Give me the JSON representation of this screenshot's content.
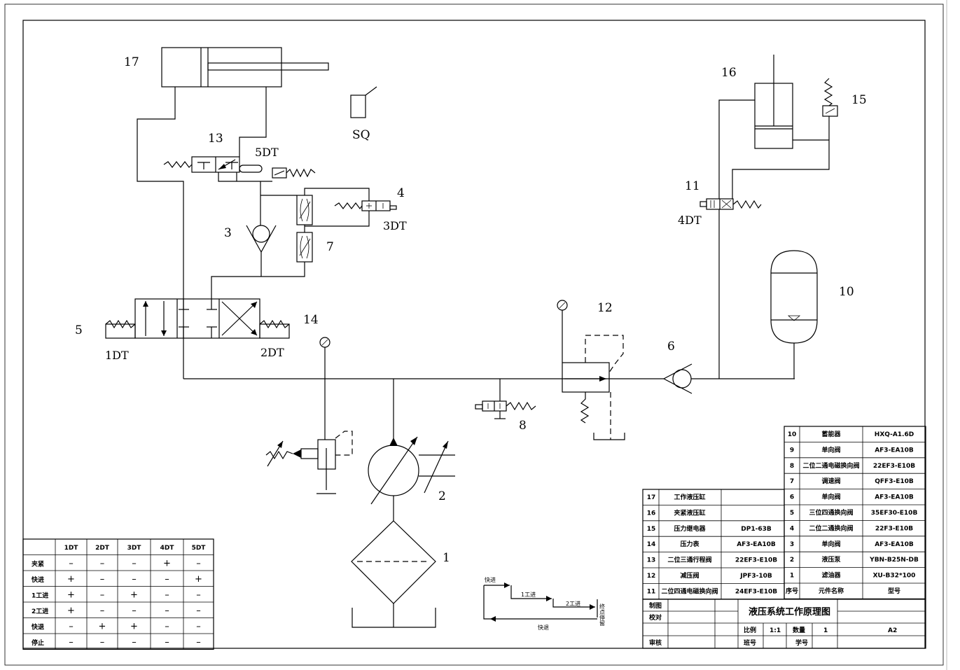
{
  "drawing": {
    "title": "液压系统工作原理图",
    "scale_label": "比例",
    "scale_value": "1:1",
    "qty_label": "数量",
    "qty_value": "1",
    "sheet_size": "A2",
    "drafted_label": "制图",
    "checked_label": "校对",
    "reviewed_label": "审核",
    "class_label": "班号",
    "student_label": "学号"
  },
  "component_labels": {
    "c17": "17",
    "c16": "16",
    "c15": "15",
    "c13": "13",
    "c11": "11",
    "c3": "3",
    "c4": "4",
    "c7": "7",
    "c5": "5",
    "c14": "14",
    "c12": "12",
    "c6": "6",
    "c10": "10",
    "c8": "8",
    "c2": "2",
    "c1": "1",
    "sq": "SQ",
    "dt5": "5DT",
    "dt3": "3DT",
    "dt4": "4DT",
    "dt1": "1DT",
    "dt2": "2DT"
  },
  "cycle": {
    "fast_forward": "快进",
    "work1": "1工进",
    "work2": "2工进",
    "stop": "终点停留",
    "fast_return": "快退"
  },
  "solenoid_table": {
    "headers": [
      "",
      "1DT",
      "2DT",
      "3DT",
      "4DT",
      "5DT"
    ],
    "rows": [
      {
        "action": "夹紧",
        "states": [
          "–",
          "–",
          "–",
          "+",
          "–"
        ]
      },
      {
        "action": "快进",
        "states": [
          "+",
          "–",
          "–",
          "–",
          "+"
        ]
      },
      {
        "action": "1工进",
        "states": [
          "+",
          "–",
          "+",
          "–",
          "–"
        ]
      },
      {
        "action": "2工进",
        "states": [
          "+",
          "–",
          "–",
          "–",
          "–"
        ]
      },
      {
        "action": "快退",
        "states": [
          "–",
          "+",
          "+",
          "–",
          "–"
        ]
      },
      {
        "action": "停止",
        "states": [
          "–",
          "–",
          "–",
          "–",
          "–"
        ]
      }
    ]
  },
  "parts_right": {
    "rows": [
      {
        "no": "10",
        "name": "蓄能器",
        "model": "HXQ-A1.6D"
      },
      {
        "no": "9",
        "name": "单向阀",
        "model": "AF3-EA10B"
      },
      {
        "no": "8",
        "name": "二位二通电磁换向阀",
        "model": "22EF3-E10B"
      },
      {
        "no": "7",
        "name": "调速阀",
        "model": "QFF3-E10B"
      },
      {
        "no": "6",
        "name": "单向阀",
        "model": "AF3-EA10B"
      },
      {
        "no": "5",
        "name": "三位四通换向阀",
        "model": "35EF30-E10B"
      },
      {
        "no": "4",
        "name": "二位二通换向阀",
        "model": "22F3-E10B"
      },
      {
        "no": "3",
        "name": "单向阀",
        "model": "AF3-EA10B"
      },
      {
        "no": "2",
        "name": "液压泵",
        "model": "YBN-B25N-DB"
      },
      {
        "no": "1",
        "name": "滤油器",
        "model": "XU-B32*100"
      }
    ],
    "header": {
      "no": "序号",
      "name": "元件名称",
      "model": "型号"
    }
  },
  "parts_left": {
    "rows": [
      {
        "no": "17",
        "name": "工作液压缸",
        "model": ""
      },
      {
        "no": "16",
        "name": "夹紧液压缸",
        "model": ""
      },
      {
        "no": "15",
        "name": "压力继电器",
        "model": "DP1-63B"
      },
      {
        "no": "14",
        "name": "压力表",
        "model": "AF3-EA10B"
      },
      {
        "no": "13",
        "name": "二位三通行程阀",
        "model": "22EF3-E10B"
      },
      {
        "no": "12",
        "name": "减压阀",
        "model": "JPF3-10B"
      },
      {
        "no": "11",
        "name": "二位四通电磁换向阀",
        "model": "24EF3-E10B"
      }
    ]
  }
}
